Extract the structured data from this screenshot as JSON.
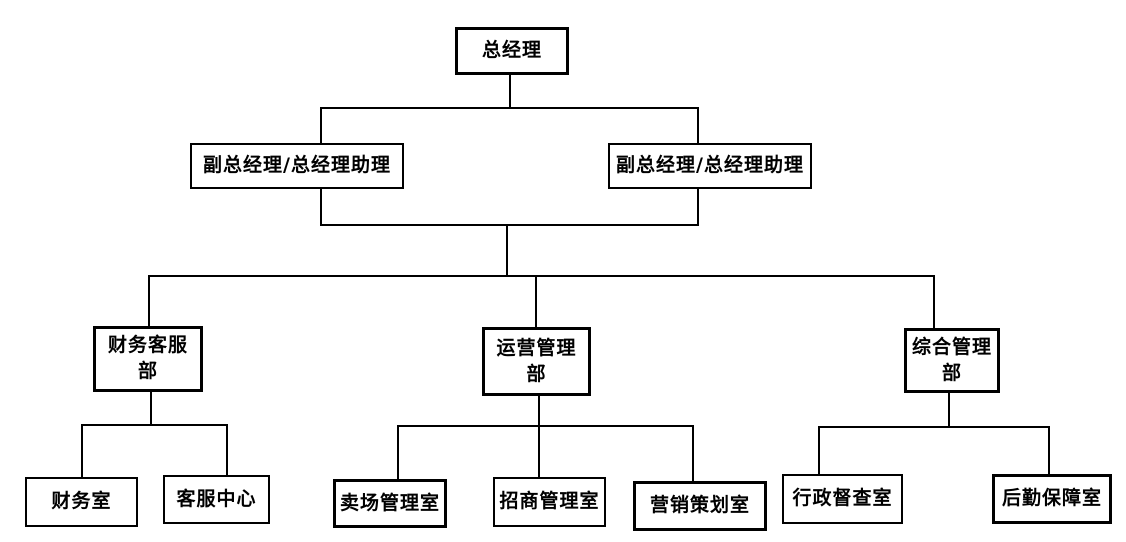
{
  "page": {
    "background_color": "#ffffff"
  },
  "diagram": {
    "type": "org-chart",
    "line_color": "#000000",
    "box_style": {
      "border_color": "#000000",
      "fill_color": "#ffffff",
      "text_color": "#000000"
    },
    "nodes": [
      {
        "id": "general-manager",
        "label": "总经理",
        "lines": [
          "总经理"
        ],
        "level": 1
      },
      {
        "id": "deputy-gm-left",
        "label": "副总经理/总经理助理",
        "lines": [
          "副总经理/总经理助理"
        ],
        "level": 2
      },
      {
        "id": "deputy-gm-right",
        "label": "副总经理/总经理助理",
        "lines": [
          "副总经理/总经理助理"
        ],
        "level": 2
      },
      {
        "id": "finance-customer-service-dept",
        "label": "财务客服部",
        "lines": [
          "财务客服",
          "部"
        ],
        "level": 3
      },
      {
        "id": "operations-management-dept",
        "label": "运营管理部",
        "lines": [
          "运营管理",
          "部"
        ],
        "level": 3
      },
      {
        "id": "general-management-dept",
        "label": "综合管理部",
        "lines": [
          "综合管理",
          "部"
        ],
        "level": 3
      },
      {
        "id": "finance-office",
        "label": "财务室",
        "lines": [
          "财务室"
        ],
        "level": 4
      },
      {
        "id": "customer-service-center",
        "label": "客服中心",
        "lines": [
          "客服中心"
        ],
        "level": 4
      },
      {
        "id": "store-management-office",
        "label": "卖场管理室",
        "lines": [
          "卖场管理室"
        ],
        "level": 4
      },
      {
        "id": "merchant-management-office",
        "label": "招商管理室",
        "lines": [
          "招商管理室"
        ],
        "level": 4
      },
      {
        "id": "marketing-planning-office",
        "label": "营销策划室",
        "lines": [
          "营销策划室"
        ],
        "level": 4
      },
      {
        "id": "admin-supervision-office",
        "label": "行政督查室",
        "lines": [
          "行政督查室"
        ],
        "level": 4
      },
      {
        "id": "logistics-support-office",
        "label": "后勤保障室",
        "lines": [
          "后勤保障室"
        ],
        "level": 4
      }
    ],
    "edges": [
      {
        "from": "general-manager",
        "to": "deputy-gm-left"
      },
      {
        "from": "general-manager",
        "to": "deputy-gm-right"
      },
      {
        "from": [
          "deputy-gm-left",
          "deputy-gm-right"
        ],
        "to": "finance-customer-service-dept"
      },
      {
        "from": [
          "deputy-gm-left",
          "deputy-gm-right"
        ],
        "to": "operations-management-dept"
      },
      {
        "from": [
          "deputy-gm-left",
          "deputy-gm-right"
        ],
        "to": "general-management-dept"
      },
      {
        "from": "finance-customer-service-dept",
        "to": "finance-office"
      },
      {
        "from": "finance-customer-service-dept",
        "to": "customer-service-center"
      },
      {
        "from": "operations-management-dept",
        "to": "store-management-office"
      },
      {
        "from": "operations-management-dept",
        "to": "merchant-management-office"
      },
      {
        "from": "operations-management-dept",
        "to": "marketing-planning-office"
      },
      {
        "from": "general-management-dept",
        "to": "admin-supervision-office"
      },
      {
        "from": "general-management-dept",
        "to": "logistics-support-office"
      }
    ]
  }
}
